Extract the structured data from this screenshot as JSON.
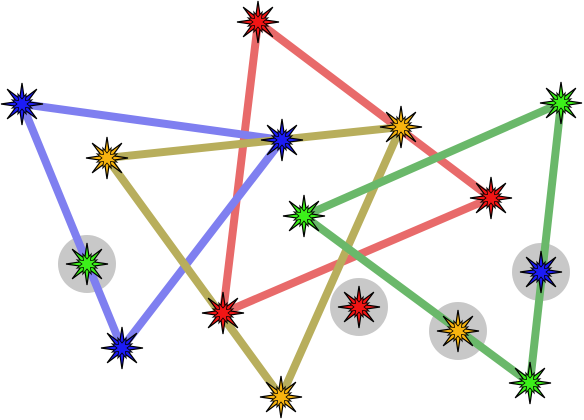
{
  "puzzle": {
    "colors": {
      "red": "#f21515",
      "blue": "#1c1cf5",
      "green": "#3cf01a",
      "orange": "#f7b40f"
    },
    "edge_colors": {
      "red": "#e86a6a",
      "blue": "#7f7ff0",
      "green": "#6ab86a",
      "orange": "#b8ae5c"
    },
    "highlight_color": "#c8c8c8",
    "triangles": [
      {
        "color": "red",
        "nodes": [
          "r1",
          "r2",
          "r3"
        ]
      },
      {
        "color": "blue",
        "nodes": [
          "b1",
          "b2",
          "b3"
        ]
      },
      {
        "color": "orange",
        "nodes": [
          "o1",
          "o2",
          "o3"
        ]
      },
      {
        "color": "green",
        "nodes": [
          "g1",
          "g2",
          "g3"
        ]
      }
    ],
    "loose_pieces": [
      {
        "id": "lg",
        "color": "green",
        "highlighted": true
      },
      {
        "id": "lr",
        "color": "red",
        "highlighted": true
      },
      {
        "id": "lo",
        "color": "orange",
        "highlighted": true
      },
      {
        "id": "lb",
        "color": "blue",
        "highlighted": true
      }
    ]
  }
}
